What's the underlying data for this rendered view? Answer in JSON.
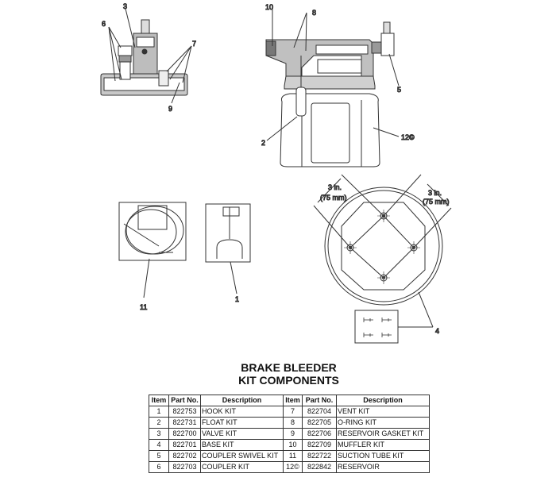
{
  "title_line1": "BRAKE BLEEDER",
  "title_line2": "KIT COMPONENTS",
  "table": {
    "headers": [
      "Item",
      "Part No.",
      "Description",
      "Item",
      "Part No.",
      "Description"
    ],
    "rows": [
      [
        {
          "item": "1",
          "part": "822753",
          "desc": "HOOK KIT"
        },
        {
          "item": "7",
          "part": "822704",
          "desc": "VENT KIT"
        }
      ],
      [
        {
          "item": "2",
          "part": "822731",
          "desc": "FLOAT KIT"
        },
        {
          "item": "8",
          "part": "822705",
          "desc": "O-RING KIT"
        }
      ],
      [
        {
          "item": "3",
          "part": "822700",
          "desc": "VALVE KIT"
        },
        {
          "item": "9",
          "part": "822706",
          "desc": "RESERVOIR GASKET KIT"
        }
      ],
      [
        {
          "item": "4",
          "part": "822701",
          "desc": "BASE KIT"
        },
        {
          "item": "10",
          "part": "822709",
          "desc": "MUFFLER KIT"
        }
      ],
      [
        {
          "item": "5",
          "part": "822702",
          "desc": "COUPLER SWIVEL KIT"
        },
        {
          "item": "11",
          "part": "822722",
          "desc": "SUCTION TUBE KIT"
        }
      ],
      [
        {
          "item": "6",
          "part": "822703",
          "desc": "COUPLER KIT"
        },
        {
          "item": "12©",
          "part": "822842",
          "desc": "RESERVOIR"
        }
      ]
    ]
  },
  "callouts": {
    "c1": "1",
    "c2": "2",
    "c3": "3",
    "c4": "4",
    "c5": "5",
    "c6": "6",
    "c7": "7",
    "c8": "8",
    "c9": "9",
    "c10": "10",
    "c11": "11",
    "c12": "12©"
  },
  "dimensions": {
    "left_in": "3 in.",
    "left_mm": "(75 mm)",
    "right_in": "3 in.",
    "right_mm": "(75 mm)"
  }
}
